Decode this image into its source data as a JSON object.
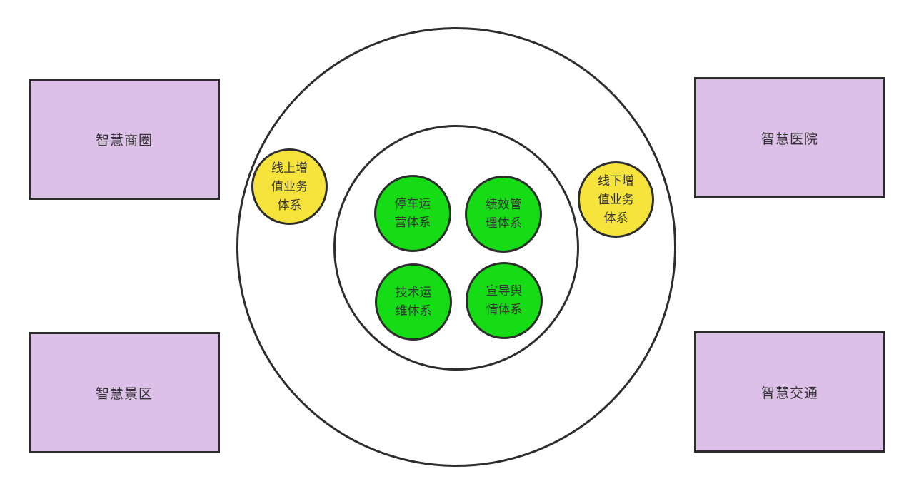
{
  "diagram": {
    "colors": {
      "box_fill": "#dcc0e8",
      "yellow_fill": "#f6e43c",
      "green_fill": "#15dc15",
      "stroke": "#2d2d2d",
      "text": "#333333"
    },
    "boxes": [
      {
        "label": "智慧商圈"
      },
      {
        "label": "智慧医院"
      },
      {
        "label": "智慧景区"
      },
      {
        "label": "智慧交通"
      }
    ],
    "ring_circles": [
      {
        "label": "线上增值业务体系",
        "lines": "线上增\n值业务\n体系"
      },
      {
        "label": "线下增值业务体系",
        "lines": "线下增\n值业务\n体系"
      }
    ],
    "core_circles": [
      {
        "label": "停车运营体系",
        "lines": "停车运\n营体系"
      },
      {
        "label": "绩效管理体系",
        "lines": "绩效管\n理体系"
      },
      {
        "label": "技术运维体系",
        "lines": "技术运\n维体系"
      },
      {
        "label": "宣导舆情体系",
        "lines": "宣导舆\n情体系"
      }
    ]
  }
}
